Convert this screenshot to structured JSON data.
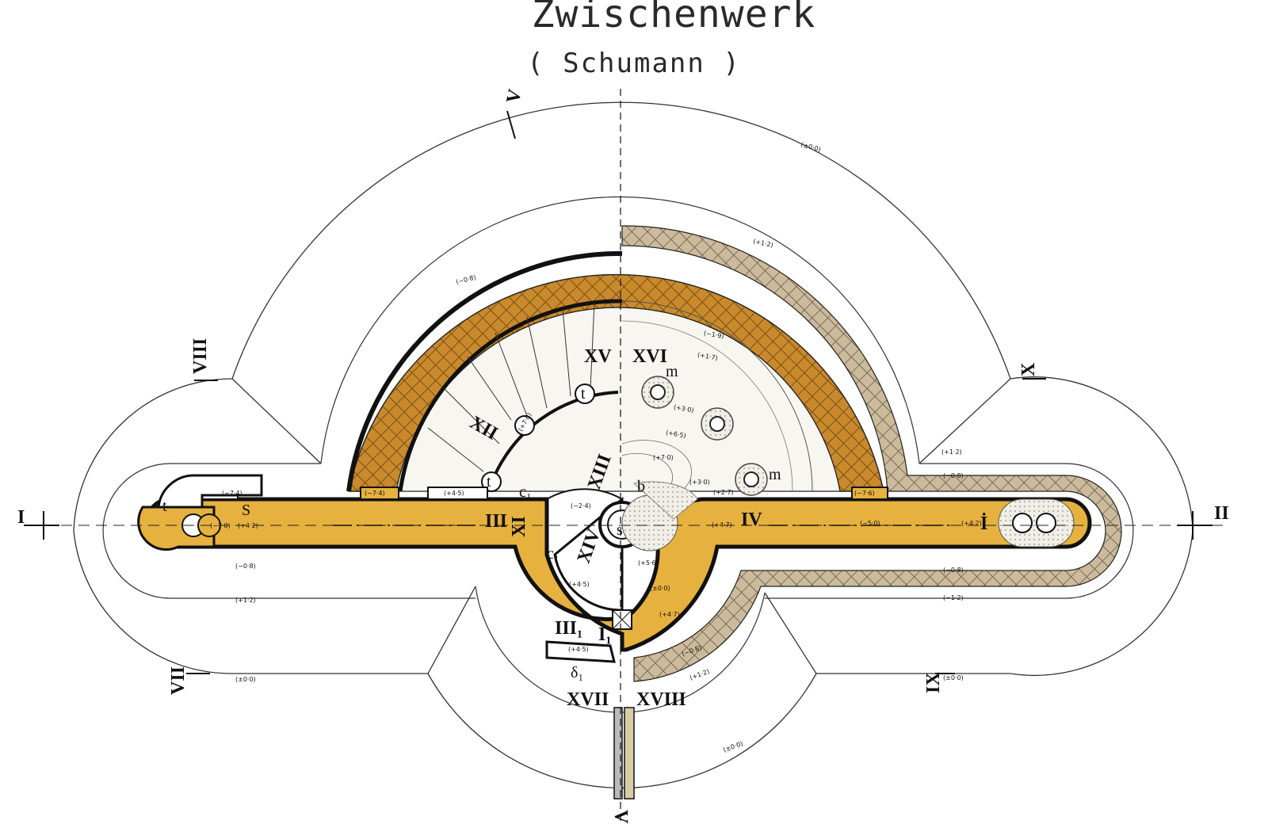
{
  "title": "Zwischenwerk",
  "subtitle": "( Schumann )",
  "colors": {
    "yellow": "#e6b13f",
    "earth": "#c88a2c",
    "gravel": "#bfae90",
    "line": "#222222"
  },
  "section_marks": {
    "I": "I",
    "II": "II",
    "V_top": "V",
    "V_bottom": "V",
    "VII": "VII",
    "VIII": "VIII",
    "IX": "IX",
    "X": "X"
  },
  "room_marks": {
    "III": "III",
    "IV": "IV",
    "XI": "XI",
    "XII": "XII",
    "XIII": "XIII",
    "XIV": "XIV",
    "XV": "XV",
    "XVI": "XVI",
    "XVII": "XVII",
    "XVIII": "XVIII",
    "I_dot": "İ",
    "I1": "I₁",
    "III1": "III₁"
  },
  "letters": {
    "s1": "s",
    "s2": "S",
    "t1": "t",
    "t2": "t",
    "t3": "t",
    "c1": "c₁",
    "c2": "c₁",
    "b": "b",
    "m1": "m",
    "m2": "m",
    "d1": "δ₁"
  },
  "elevations": {
    "e_200_top": "(±0·0)",
    "e_12_right": "(+1·2)",
    "e_08_left": "(−0·8)",
    "e_19": "(−1·9)",
    "e_17": "(+1·7)",
    "e_30": "(+3·0)",
    "e_65": "(+6·5)",
    "e_70": "(+7·0)",
    "e_30b": "(+3·0)",
    "e_27": "(+2·7)",
    "e_76r": "(−7·6)",
    "e_47a": "(+4·7)",
    "e_50": "(−5·0)",
    "e_42r": "(+4·2)",
    "e_12r": "(+1·2)",
    "e_08r": "(−0·8)",
    "e_08r2": "(−0·8)",
    "e_12rb": "(−1·2)",
    "e_200r": "(±0·0)",
    "e_74": "(−7·4)",
    "e_70l": "(−7·0)",
    "e_42l": "(+4·2)",
    "e_74b": "(−7·4)",
    "e_45": "(+4·5)",
    "e_24": "(−2·4)",
    "e_70c": "(+7·0)",
    "e_45b": "(+4·5)",
    "e_56": "(+5·6)",
    "e_00c": "(±0·0)",
    "e_47b": "(+4·7)",
    "e_45c": "(+4·5)",
    "e_08l": "(−0·8)",
    "e_12l": "(+1·2)",
    "e_200l": "(±0·0)",
    "e_08b": "(−0·8)",
    "e_12b": "(+1·2)",
    "e_00b": "(±0·0)"
  }
}
